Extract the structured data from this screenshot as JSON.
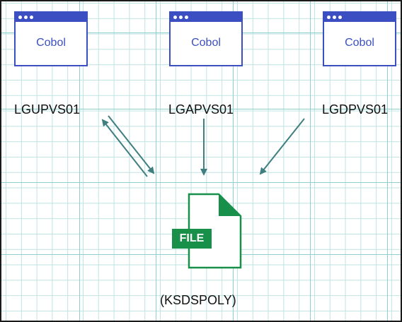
{
  "programs": [
    {
      "language": "Cobol",
      "name": "LGUPVS01"
    },
    {
      "language": "Cobol",
      "name": "LGAPVS01"
    },
    {
      "language": "Cobol",
      "name": "LGDPVS01"
    }
  ],
  "file": {
    "badge": "FILE",
    "name": "(KSDSPOLY)"
  },
  "colors": {
    "program_blue": "#3b4fc2",
    "file_green": "#18904a",
    "arrow_teal": "#3f7f7f",
    "grid": "#bfe3e3"
  }
}
